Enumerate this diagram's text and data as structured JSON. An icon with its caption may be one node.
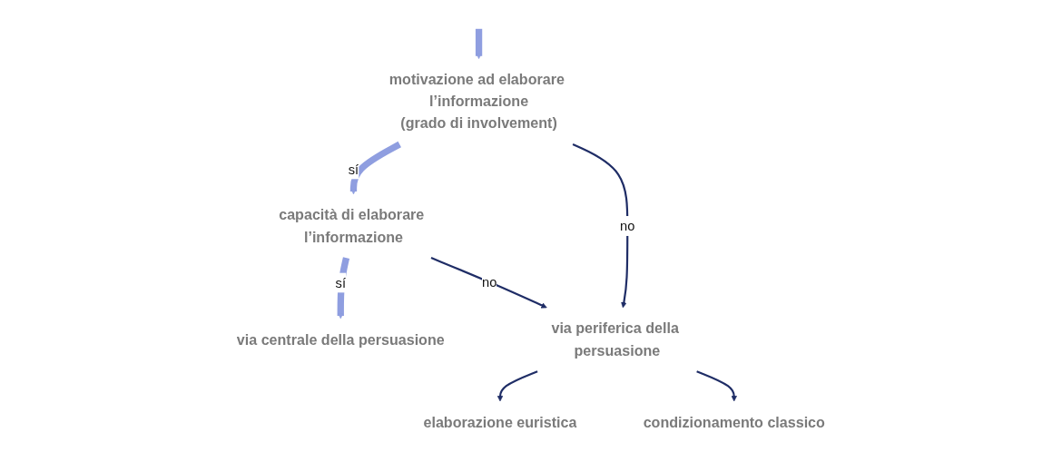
{
  "diagram": {
    "nodes": [
      {
        "text": [
          "motivazione ad elaborare l’informazione",
          "(grado di involvement)"
        ]
      },
      {
        "text": [
          "capacità di elaborare l’informazione"
        ]
      },
      {
        "text": [
          "via centrale della persuasione"
        ]
      },
      {
        "text": [
          "via periferica della persuasione"
        ]
      },
      {
        "text": [
          "elaborazione euristica"
        ]
      },
      {
        "text": [
          "condizionamento classico"
        ]
      }
    ],
    "edges": [
      {
        "from": null,
        "to": 0,
        "arrow": "to",
        "style": "thick",
        "color": "#8f9ee0"
      },
      {
        "from": 0,
        "to": 1,
        "arrow": "to",
        "label": "sí",
        "style": "thick",
        "color": "#8f9ee0"
      },
      {
        "from": 1,
        "to": 2,
        "arrow": "to",
        "label": "sí",
        "style": "thick",
        "color": "#8f9ee0"
      },
      {
        "from": 0,
        "to": 3,
        "arrow": "to",
        "label": "no"
      },
      {
        "from": 1,
        "to": 3,
        "arrow": "to",
        "label": "no"
      },
      {
        "from": 3,
        "to": 4,
        "arrow": "to"
      },
      {
        "from": 3,
        "to": 5,
        "arrow": "to"
      }
    ]
  }
}
